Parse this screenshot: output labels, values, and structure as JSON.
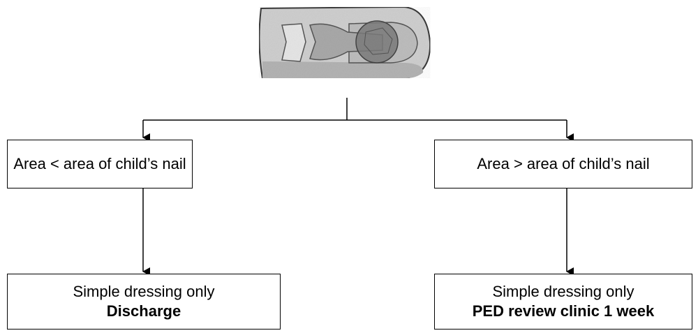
{
  "illustration": {
    "icon": "fingertip-injury-icon",
    "colors": {
      "skin": "#cfcfcf",
      "skin_shadow": "#9a9a9a",
      "wound": "#7d7d7d",
      "outline": "#3a3a3a"
    }
  },
  "nodes": {
    "left_condition": {
      "text": "Area < area of child’s nail"
    },
    "right_condition": {
      "text": "Area > area of child’s nail"
    },
    "left_outcome": {
      "line1": "Simple dressing only",
      "line2": "Discharge"
    },
    "right_outcome": {
      "line1": "Simple dressing only",
      "line2": "PED review clinic 1 week"
    }
  }
}
